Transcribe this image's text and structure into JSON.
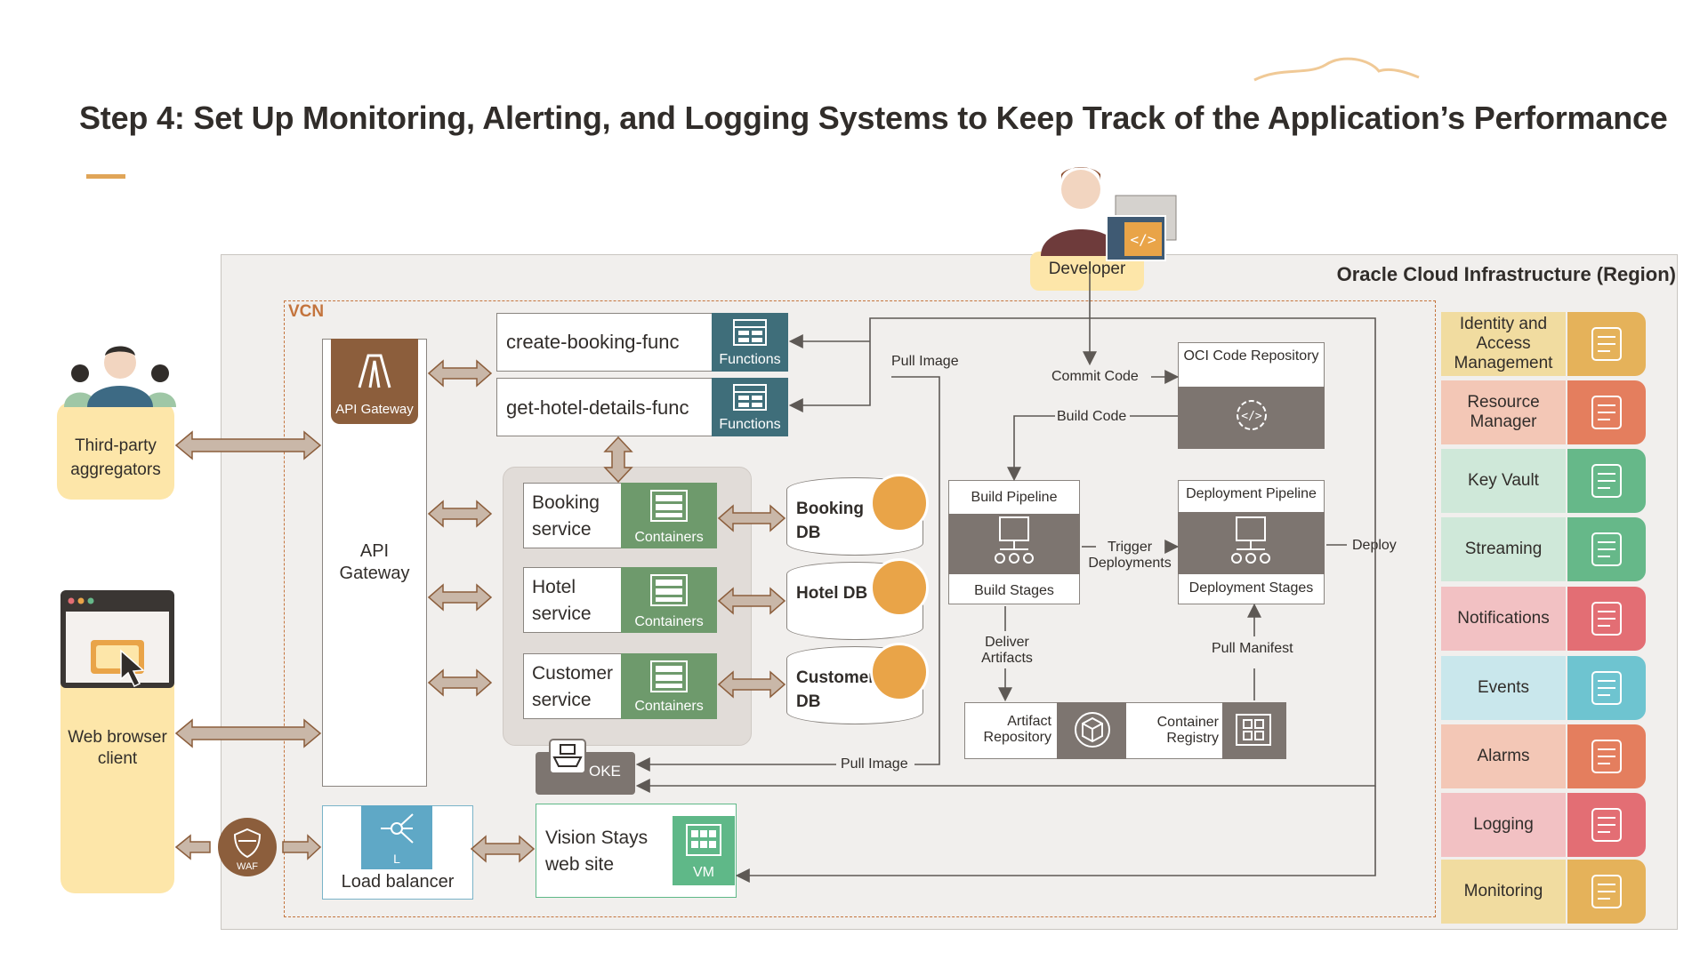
{
  "title": "Step 4: Set Up Monitoring, Alerting, and Logging Systems to Keep Track of the Application’s Performance",
  "region_label": "Oracle Cloud Infrastructure (Region)",
  "vcn_label": "VCN",
  "developer_label": "Developer",
  "clients": {
    "third_party": "Third-party aggregators",
    "web_browser": "Web browser client"
  },
  "api_gateway": {
    "icon_label": "API Gateway",
    "label": "API Gateway"
  },
  "functions": [
    {
      "name": "create-booking-func",
      "tag": "Functions"
    },
    {
      "name": "get-hotel-details-func",
      "tag": "Functions"
    }
  ],
  "services": [
    {
      "name": "Booking service",
      "tag": "Containers",
      "db": "Booking DB"
    },
    {
      "name": "Hotel service",
      "tag": "Containers",
      "db": "Hotel DB"
    },
    {
      "name": "Customer service",
      "tag": "Containers",
      "db": "Customer DB"
    }
  ],
  "oke_label": "OKE",
  "waf_label": "WAF",
  "load_balancer": {
    "label": "Load balancer",
    "icon_letter": "L"
  },
  "website": {
    "label": "Vision Stays web site",
    "tag": "VM"
  },
  "devops": {
    "code_repo": "OCI Code Repository",
    "build_pipeline": "Build Pipeline",
    "build_stages": "Build Stages",
    "deploy_pipeline": "Deployment Pipeline",
    "deploy_stages": "Deployment Stages",
    "artifact_repo": "Artifact Repository",
    "container_registry": "Container Registry"
  },
  "flow_labels": {
    "pull_image_top": "Pull Image",
    "commit_code": "Commit Code",
    "build_code": "Build Code",
    "trigger_deployments": "Trigger Deployments",
    "deploy": "Deploy",
    "deliver_artifacts": "Deliver Artifacts",
    "pull_manifest": "Pull Manifest",
    "pull_image_bottom": "Pull Image"
  },
  "side_services": [
    {
      "label": "Identity and Access Management",
      "color": "#f1dca0",
      "icon_color": "#e5b25a",
      "icon": "id-badge-shield-icon"
    },
    {
      "label": "Resource Manager",
      "color": "#f3c7b6",
      "icon_color": "#e47e5e",
      "icon": "server-stack-icon"
    },
    {
      "label": "Key Vault",
      "color": "#cfe8d9",
      "icon_color": "#66b889",
      "icon": "key-shield-icon"
    },
    {
      "label": "Streaming",
      "color": "#cfe8d9",
      "icon_color": "#66b889",
      "icon": "stream-icon"
    },
    {
      "label": "Notifications",
      "color": "#f2c1c3",
      "icon_color": "#e36e74",
      "icon": "notification-board-icon"
    },
    {
      "label": "Events",
      "color": "#c9e7ec",
      "icon_color": "#6ec4d0",
      "icon": "event-flow-icon"
    },
    {
      "label": "Alarms",
      "color": "#f3c7b6",
      "icon_color": "#e47e5e",
      "icon": "alarm-bell-icon"
    },
    {
      "label": "Logging",
      "color": "#f2c1c3",
      "icon_color": "#e36e74",
      "icon": "log-search-icon"
    },
    {
      "label": "Monitoring",
      "color": "#f1dca0",
      "icon_color": "#e5b25a",
      "icon": "monitor-chart-icon"
    }
  ]
}
